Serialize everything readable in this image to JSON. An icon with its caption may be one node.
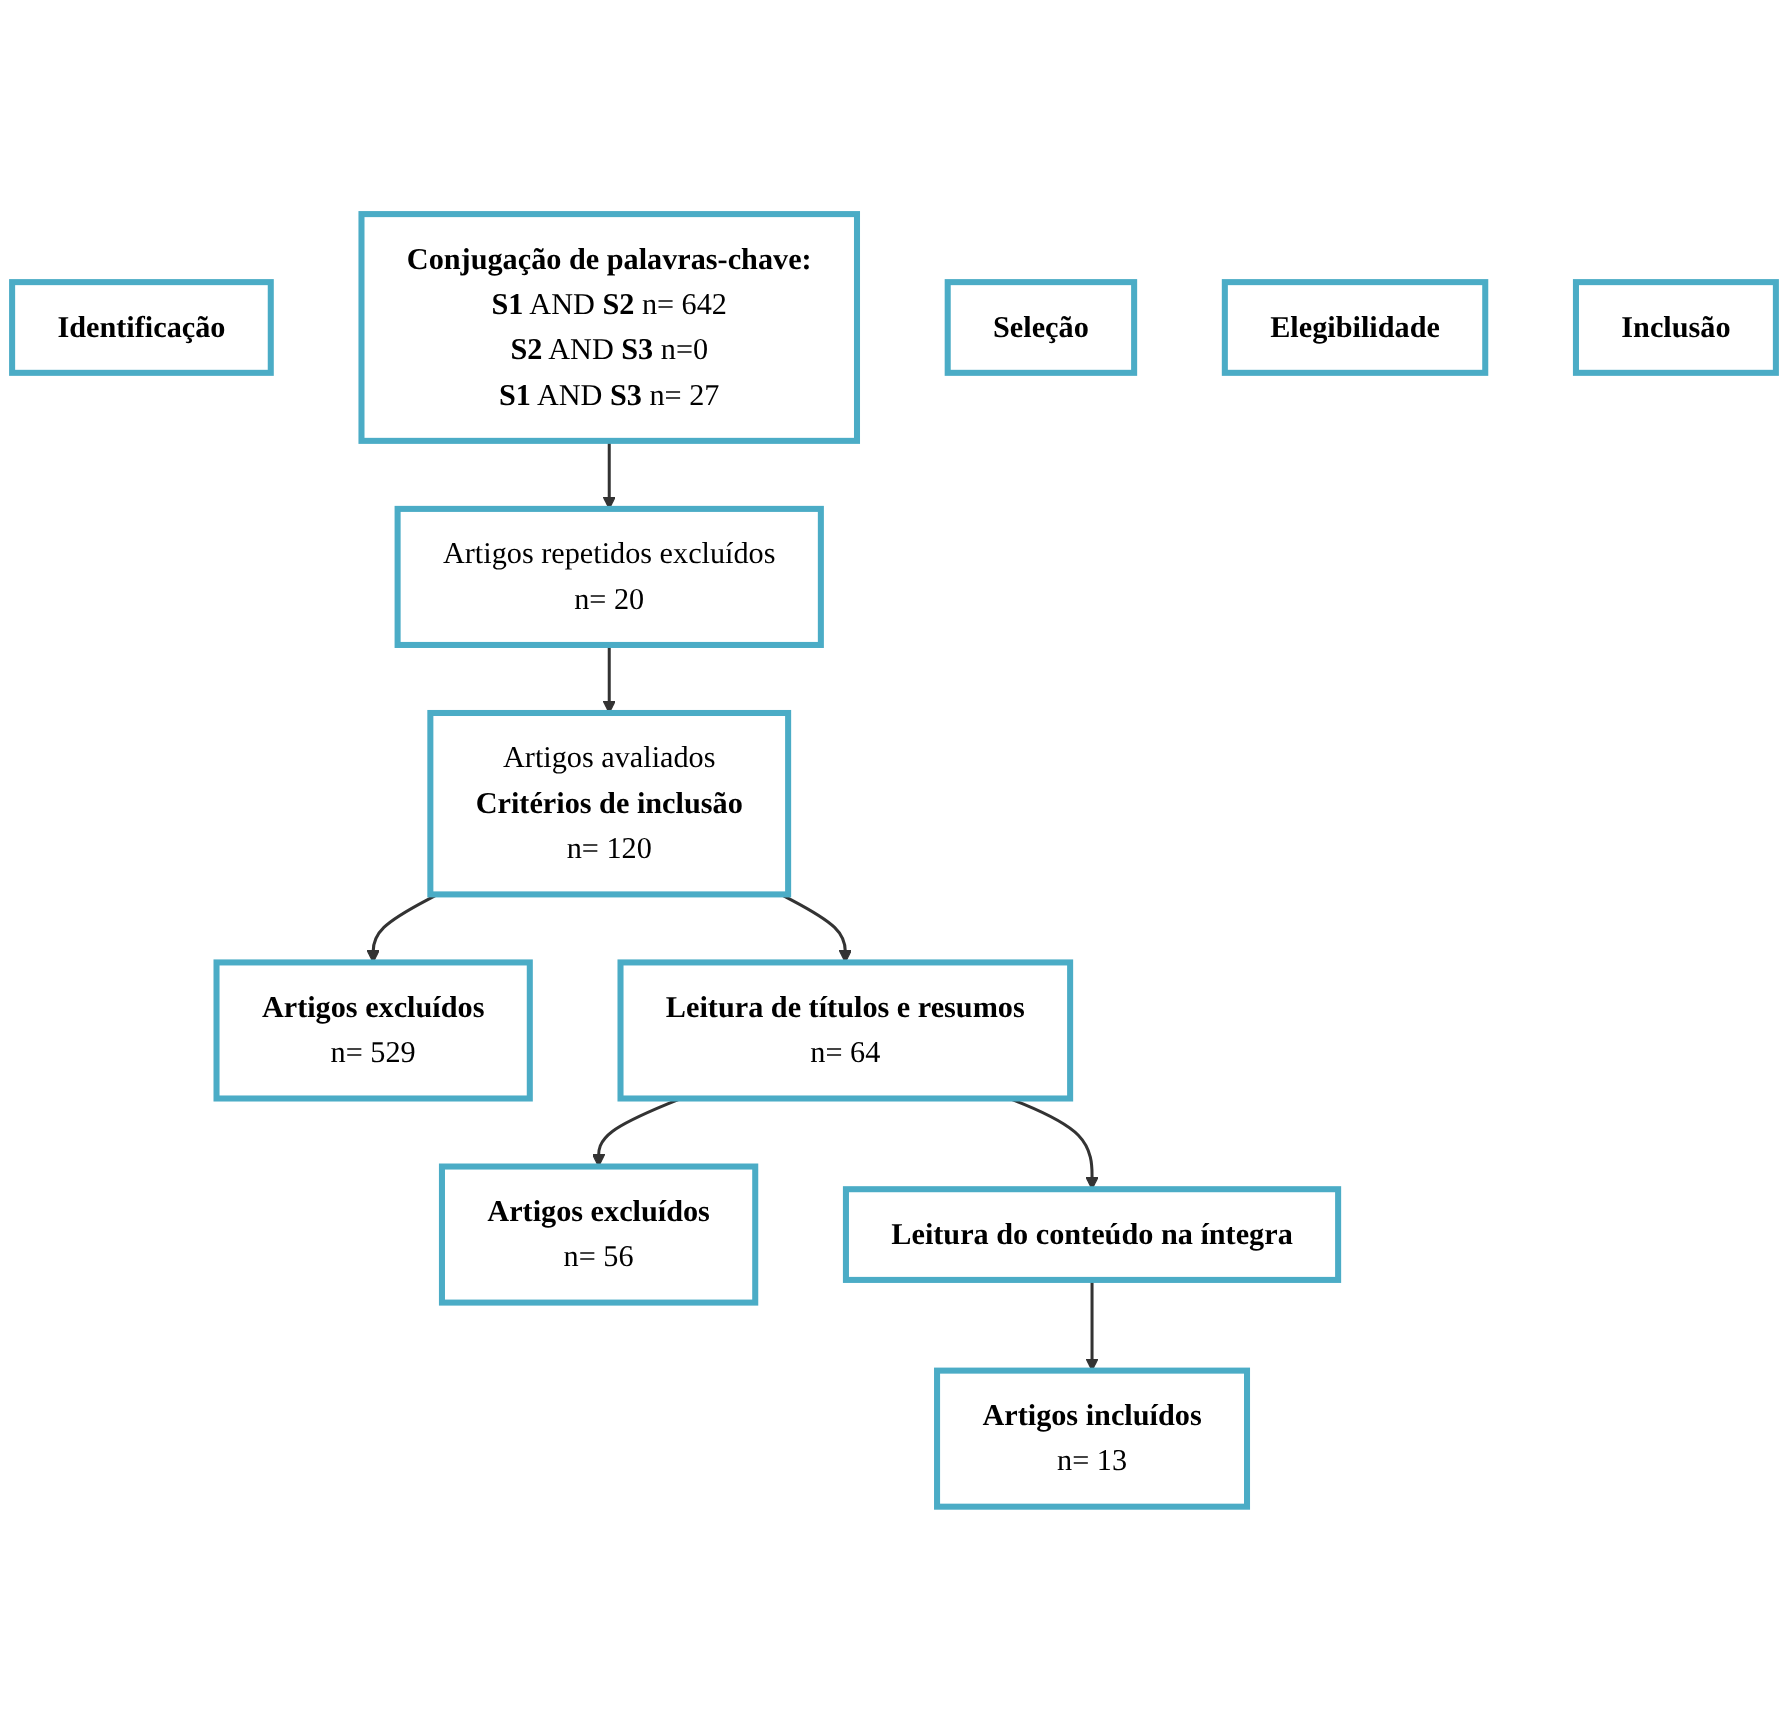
{
  "diagram": {
    "nodes": [
      {
        "text": [
          "Identificação"
        ]
      },
      {
        "text": [
          "Conjugação de palavras-chave:",
          "**S1** AND **S2** n= 642",
          "**S2** AND **S3** n=0",
          "**S1** AND **S3** n= 27"
        ]
      },
      {
        "text": [
          "Artigos repetidos excluídos",
          "n= 20"
        ]
      },
      {
        "text": [
          "Seleção"
        ]
      },
      {
        "text": [
          "Artigos avaliados",
          "Critérios de inclusão",
          "n= 120"
        ]
      },
      {
        "text": [
          "Artigos excluídos",
          "n= 529"
        ]
      },
      {
        "text": [
          "Elegibilidade"
        ]
      },
      {
        "text": [
          "Leitura de títulos e resumos",
          "n= 64"
        ]
      },
      {
        "text": [
          "Artigos excluídos",
          "n= 56"
        ]
      },
      {
        "text": [
          "Leitura do conteúdo na íntegra"
        ]
      },
      {
        "text": [
          "Inclusão"
        ]
      },
      {
        "text": [
          "Artigos incluídos",
          "n= 13"
        ]
      }
    ],
    "edges": [
      {
        "from": 1,
        "to": 2,
        "arrow": "to"
      },
      {
        "from": 2,
        "to": 4,
        "arrow": "to"
      },
      {
        "from": 4,
        "to": 5,
        "arrow": "to"
      },
      {
        "from": 4,
        "to": 7,
        "arrow": "to"
      },
      {
        "from": 7,
        "to": 8,
        "arrow": "to"
      },
      {
        "from": 7,
        "to": 9,
        "arrow": "to"
      },
      {
        "from": 9,
        "to": 11,
        "arrow": "to"
      }
    ]
  }
}
